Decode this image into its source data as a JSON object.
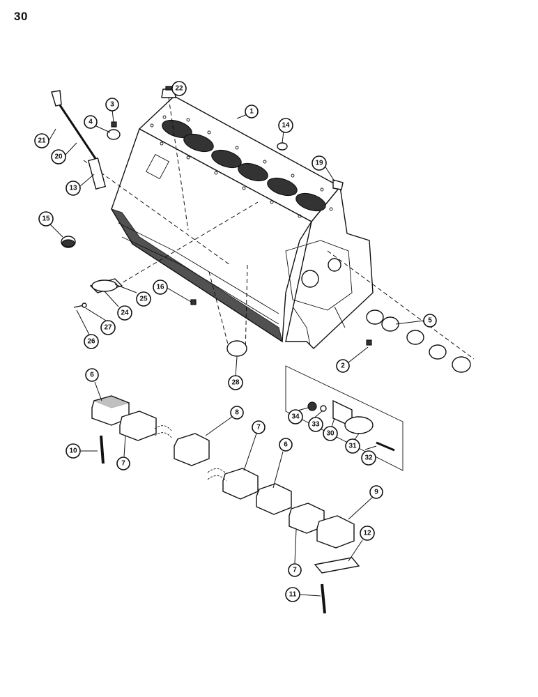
{
  "page": {
    "number": "30"
  },
  "callouts": [
    {
      "id": "1",
      "label": "1"
    },
    {
      "id": "2",
      "label": "2"
    },
    {
      "id": "3",
      "label": "3"
    },
    {
      "id": "4",
      "label": "4"
    },
    {
      "id": "5",
      "label": "5"
    },
    {
      "id": "6a",
      "label": "6"
    },
    {
      "id": "6b",
      "label": "6"
    },
    {
      "id": "7a",
      "label": "7"
    },
    {
      "id": "7b",
      "label": "7"
    },
    {
      "id": "7c",
      "label": "7"
    },
    {
      "id": "8",
      "label": "8"
    },
    {
      "id": "9",
      "label": "9"
    },
    {
      "id": "10",
      "label": "10"
    },
    {
      "id": "11",
      "label": "11"
    },
    {
      "id": "12",
      "label": "12"
    },
    {
      "id": "13",
      "label": "13"
    },
    {
      "id": "14",
      "label": "14"
    },
    {
      "id": "15",
      "label": "15"
    },
    {
      "id": "16",
      "label": "16"
    },
    {
      "id": "19",
      "label": "19"
    },
    {
      "id": "20",
      "label": "20"
    },
    {
      "id": "21",
      "label": "21"
    },
    {
      "id": "22",
      "label": "22"
    },
    {
      "id": "24",
      "label": "24"
    },
    {
      "id": "25",
      "label": "25"
    },
    {
      "id": "26",
      "label": "26"
    },
    {
      "id": "27",
      "label": "27"
    },
    {
      "id": "28",
      "label": "28"
    },
    {
      "id": "30",
      "label": "30"
    },
    {
      "id": "31",
      "label": "31"
    },
    {
      "id": "32",
      "label": "32"
    },
    {
      "id": "33",
      "label": "33"
    },
    {
      "id": "34",
      "label": "34"
    }
  ]
}
